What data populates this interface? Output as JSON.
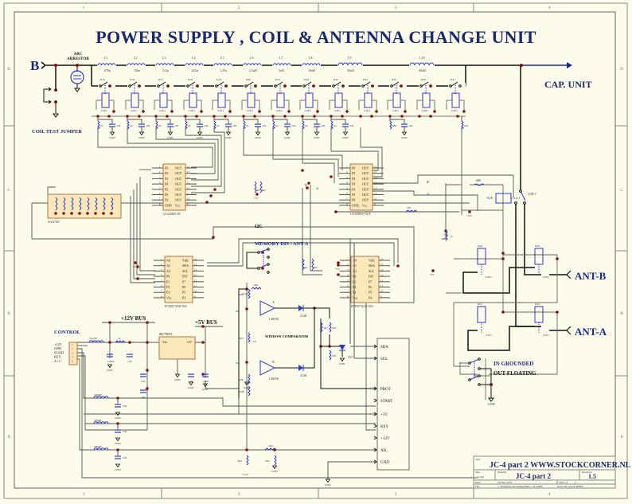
{
  "title": "POWER SUPPLY , COIL & ANTENNA CHANGE UNIT",
  "border": {
    "columns": [
      "1",
      "2",
      "3",
      "4"
    ],
    "rows": [
      "D",
      "C",
      "B",
      "A"
    ]
  },
  "labels": {
    "input_b": "B",
    "arc_arrestor": "ARC ARRESTOR",
    "cap_unit": "CAP. UNIT",
    "coil_test_jumper": "COIL TEST JUMPER",
    "ant_b": "ANT-B",
    "ant_a": "ANT-A",
    "in_grounded": "IN GROUNDED",
    "out_floating": "OUT FLOATING",
    "memory_dis": "MEMORY DIS / ANT A",
    "i2c": "I2C",
    "control": "CONTROL",
    "bus_12v": "+12V BUS",
    "bus_5v": "+5V BUS",
    "window_comparator": "WINDOW COMPARATOR",
    "gnd": "GND",
    "net_b": "B",
    "net_a": "A"
  },
  "coils": [
    {
      "ref": "L1",
      "value": ".078u"
    },
    {
      "ref": "L2",
      "value": ".156u"
    },
    {
      "ref": "L3",
      "value": ".312u"
    },
    {
      "ref": "L4",
      "value": ".625u"
    },
    {
      "ref": "L5",
      "value": "1.25u"
    },
    {
      "ref": "L6",
      "value": "2.5uH"
    },
    {
      "ref": "L7",
      "value": "5uH"
    },
    {
      "ref": "L8",
      "value": "10uH"
    },
    {
      "ref": "L9",
      "value": "20uH"
    },
    {
      "ref": "L10",
      "value": "40uH"
    }
  ],
  "relays": [
    "K15",
    "K16",
    "K17",
    "K18",
    "K19",
    "K20",
    "K21",
    "K22",
    "K23",
    "K24",
    "K25",
    "K26",
    "K27"
  ],
  "relay_type": "G5B-1",
  "snubbers": [
    {
      "r": "22",
      "c": "104"
    },
    {
      "r": "22",
      "c": "104"
    },
    {
      "r": "22",
      "c": "104"
    },
    {
      "r": "22",
      "c": "104"
    },
    {
      "r": "22",
      "c": "104"
    },
    {
      "r": "22",
      "c": "104"
    },
    {
      "r": "22",
      "c": "104"
    },
    {
      "r": "22",
      "c": "104"
    },
    {
      "r": "10",
      "c": "104"
    },
    {
      "r": "680",
      "c": "104"
    },
    {
      "r": "220",
      "c": ""
    }
  ],
  "ics": {
    "uln_in": {
      "name": "ULN2803-IN",
      "pins_left": [
        "IN",
        "IN",
        "IN",
        "IN",
        "IN",
        "IN",
        "IN",
        "GND"
      ],
      "pins_right": [
        "OUT",
        "OUT",
        "OUT",
        "OUT",
        "OUT",
        "OUT",
        "OUT",
        "Vcc"
      ]
    },
    "uln_out": {
      "name": "ULN2803-OUT",
      "pins_left": [
        "IN",
        "IN",
        "IN",
        "IN",
        "IN",
        "IN",
        "IN",
        "GND"
      ],
      "pins_right": [
        "OUT",
        "OUT",
        "OUT",
        "OUT",
        "OUT",
        "OUT",
        "OUT",
        "Vcc"
      ]
    },
    "pcf_left": {
      "name": "PCF8574AP-002",
      "pins_left": [
        "A0",
        "A1",
        "A2",
        "P0",
        "P1",
        "P2",
        "P3",
        "Vss"
      ],
      "pins_right": [
        "Vdd",
        "SDA",
        "SCL",
        "INT",
        "P7",
        "P6",
        "P5",
        "P4"
      ]
    },
    "pcf_right": {
      "name": "PCF8574AP-003",
      "pins_left": [
        "A0",
        "A1",
        "A2",
        "P0",
        "P1",
        "P2",
        "P3",
        "Vss"
      ],
      "pins_right": [
        "Vdd",
        "SDA",
        "SCL",
        "INT",
        "P7",
        "P6",
        "P5",
        "P4"
      ]
    },
    "regulator": {
      "name": "MC7805T",
      "vin": "Vin",
      "vout": "+5V",
      "gnd": "GND"
    },
    "resnet": "9A4720",
    "opamp_a": {
      "unit": "A",
      "name": "LM358"
    },
    "opamp_b": {
      "unit": "B",
      "name": "LM358"
    }
  },
  "control_pins": [
    "+12V",
    "GND",
    "START",
    "KEY",
    "A / C"
  ],
  "connector_pins": [
    "SDA",
    "SCL",
    "PROT",
    "START",
    "+5V",
    "KEY",
    "+12V",
    "AB_",
    "GND"
  ],
  "components": {
    "vk200": "VK200",
    "r47": "47",
    "c1000u": "1000u",
    "c1u": "1uF",
    "c104": "104",
    "c10u": "10uF",
    "l330": "330uH",
    "l300a": "300uH",
    "l300b": "300uH",
    "c103": "103",
    "r10k": "10K",
    "r3k3": "3K3",
    "r1m": "1M0",
    "r1k0": "1K0",
    "r2k2": "2K2",
    "r470": "470",
    "r4k7": "4K7",
    "d4148": "4148",
    "z5v1": "5V1",
    "r680": "680",
    "k28": "K28",
    "k29": "K29",
    "k30": "K30",
    "k31": "K31",
    "k32": "K32",
    "v8": "8V",
    "v7": "7V",
    "v6": "6V",
    "p12v": "+12V",
    "p5v": "+5V"
  },
  "title_block": {
    "title_label": "Title",
    "title": "JC-4 part 2  WWW.STOCKCORNER.NL",
    "size_label": "Size",
    "size": "Legal",
    "number_label": "Number",
    "number": "JC-4 part 2",
    "revision_label": "Revision",
    "revision": "1.5",
    "date_label": "Date",
    "date": "20-Feb-2014",
    "sheet_label": "Sheet  of",
    "sheet": "2",
    "file_label": "File",
    "file": "C:\\Documents and Settings\\NPA1\\...\\JC4.DDB",
    "drawn_by": "Drawn By: Tech & MEHW"
  }
}
